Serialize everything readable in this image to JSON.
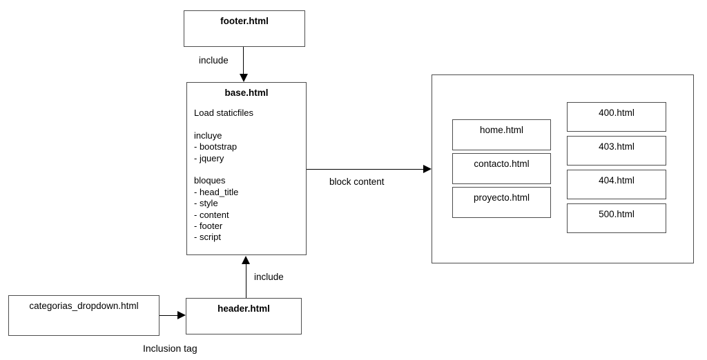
{
  "diagram": {
    "footer": {
      "title": "footer.html"
    },
    "base": {
      "title": "base.html",
      "lines": [
        "Load staticfiles",
        "",
        "incluye",
        "- bootstrap",
        "- jquery",
        "",
        "bloques",
        "- head_title",
        "- style",
        "- content",
        "- footer",
        "- script"
      ]
    },
    "header": {
      "title": "header.html"
    },
    "categorias": {
      "title": "categorias_dropdown.html"
    },
    "pages": [
      "home.html",
      "contacto.html",
      "proyecto.html"
    ],
    "errors": [
      "400.html",
      "403.html",
      "404.html",
      "500.html"
    ],
    "labels": {
      "include_top": "include",
      "include_bottom": "include",
      "block_content": "block content",
      "inclusion_tag": "Inclusion tag"
    }
  }
}
